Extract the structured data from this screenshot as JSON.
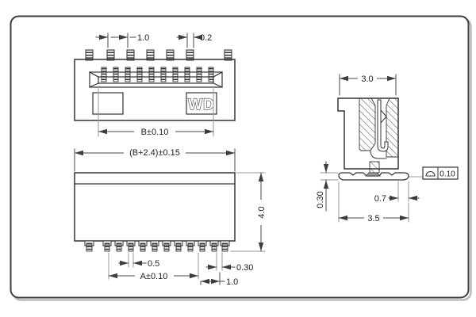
{
  "logo": "WD",
  "dimensions": {
    "top_pitch": "1.0",
    "top_pin_width": "0.2",
    "top_width": "B±0.10",
    "front_overall": "(B+2.4)±0.15",
    "front_height": "4.0",
    "front_pitch": "0.5",
    "front_width": "A±0.10",
    "front_tab_offset": "0.30",
    "front_end_pitch": "1.0",
    "side_depth": "3.0",
    "side_plate_thickness": "0.30",
    "side_foot": "0.7",
    "side_width": "3.5"
  },
  "callout": {
    "symbol": "flatness-dome",
    "value": "0.10"
  },
  "colors": {
    "ink": "#333333",
    "dim_line": "#4a4a4a",
    "contact_fill": "#9c9c9c",
    "background": "#ffffff"
  }
}
